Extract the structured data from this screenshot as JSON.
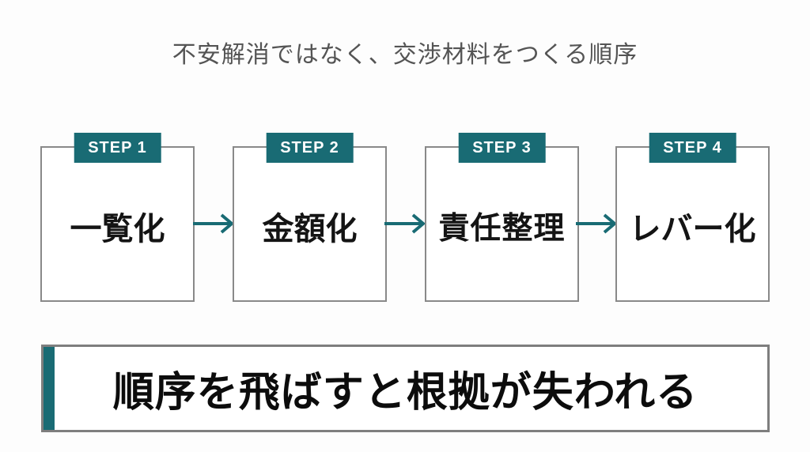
{
  "title": "不安解消ではなく、交渉材料をつくる順序",
  "steps": [
    {
      "label": "STEP 1",
      "name": "一覧化"
    },
    {
      "label": "STEP 2",
      "name": "金額化"
    },
    {
      "label": "STEP 3",
      "name": "責任整理"
    },
    {
      "label": "STEP 4",
      "name": "レバー化"
    }
  ],
  "arrow_glyph": "→",
  "conclusion": "順序を飛ばすと根拠が失われる",
  "colors": {
    "accent_teal": "#196b74",
    "box_border_gray": "#898989",
    "banner_border_gray": "#7e7e7e",
    "title_gray": "#545454",
    "text_black": "#141414",
    "background": "#fdfdfd"
  }
}
